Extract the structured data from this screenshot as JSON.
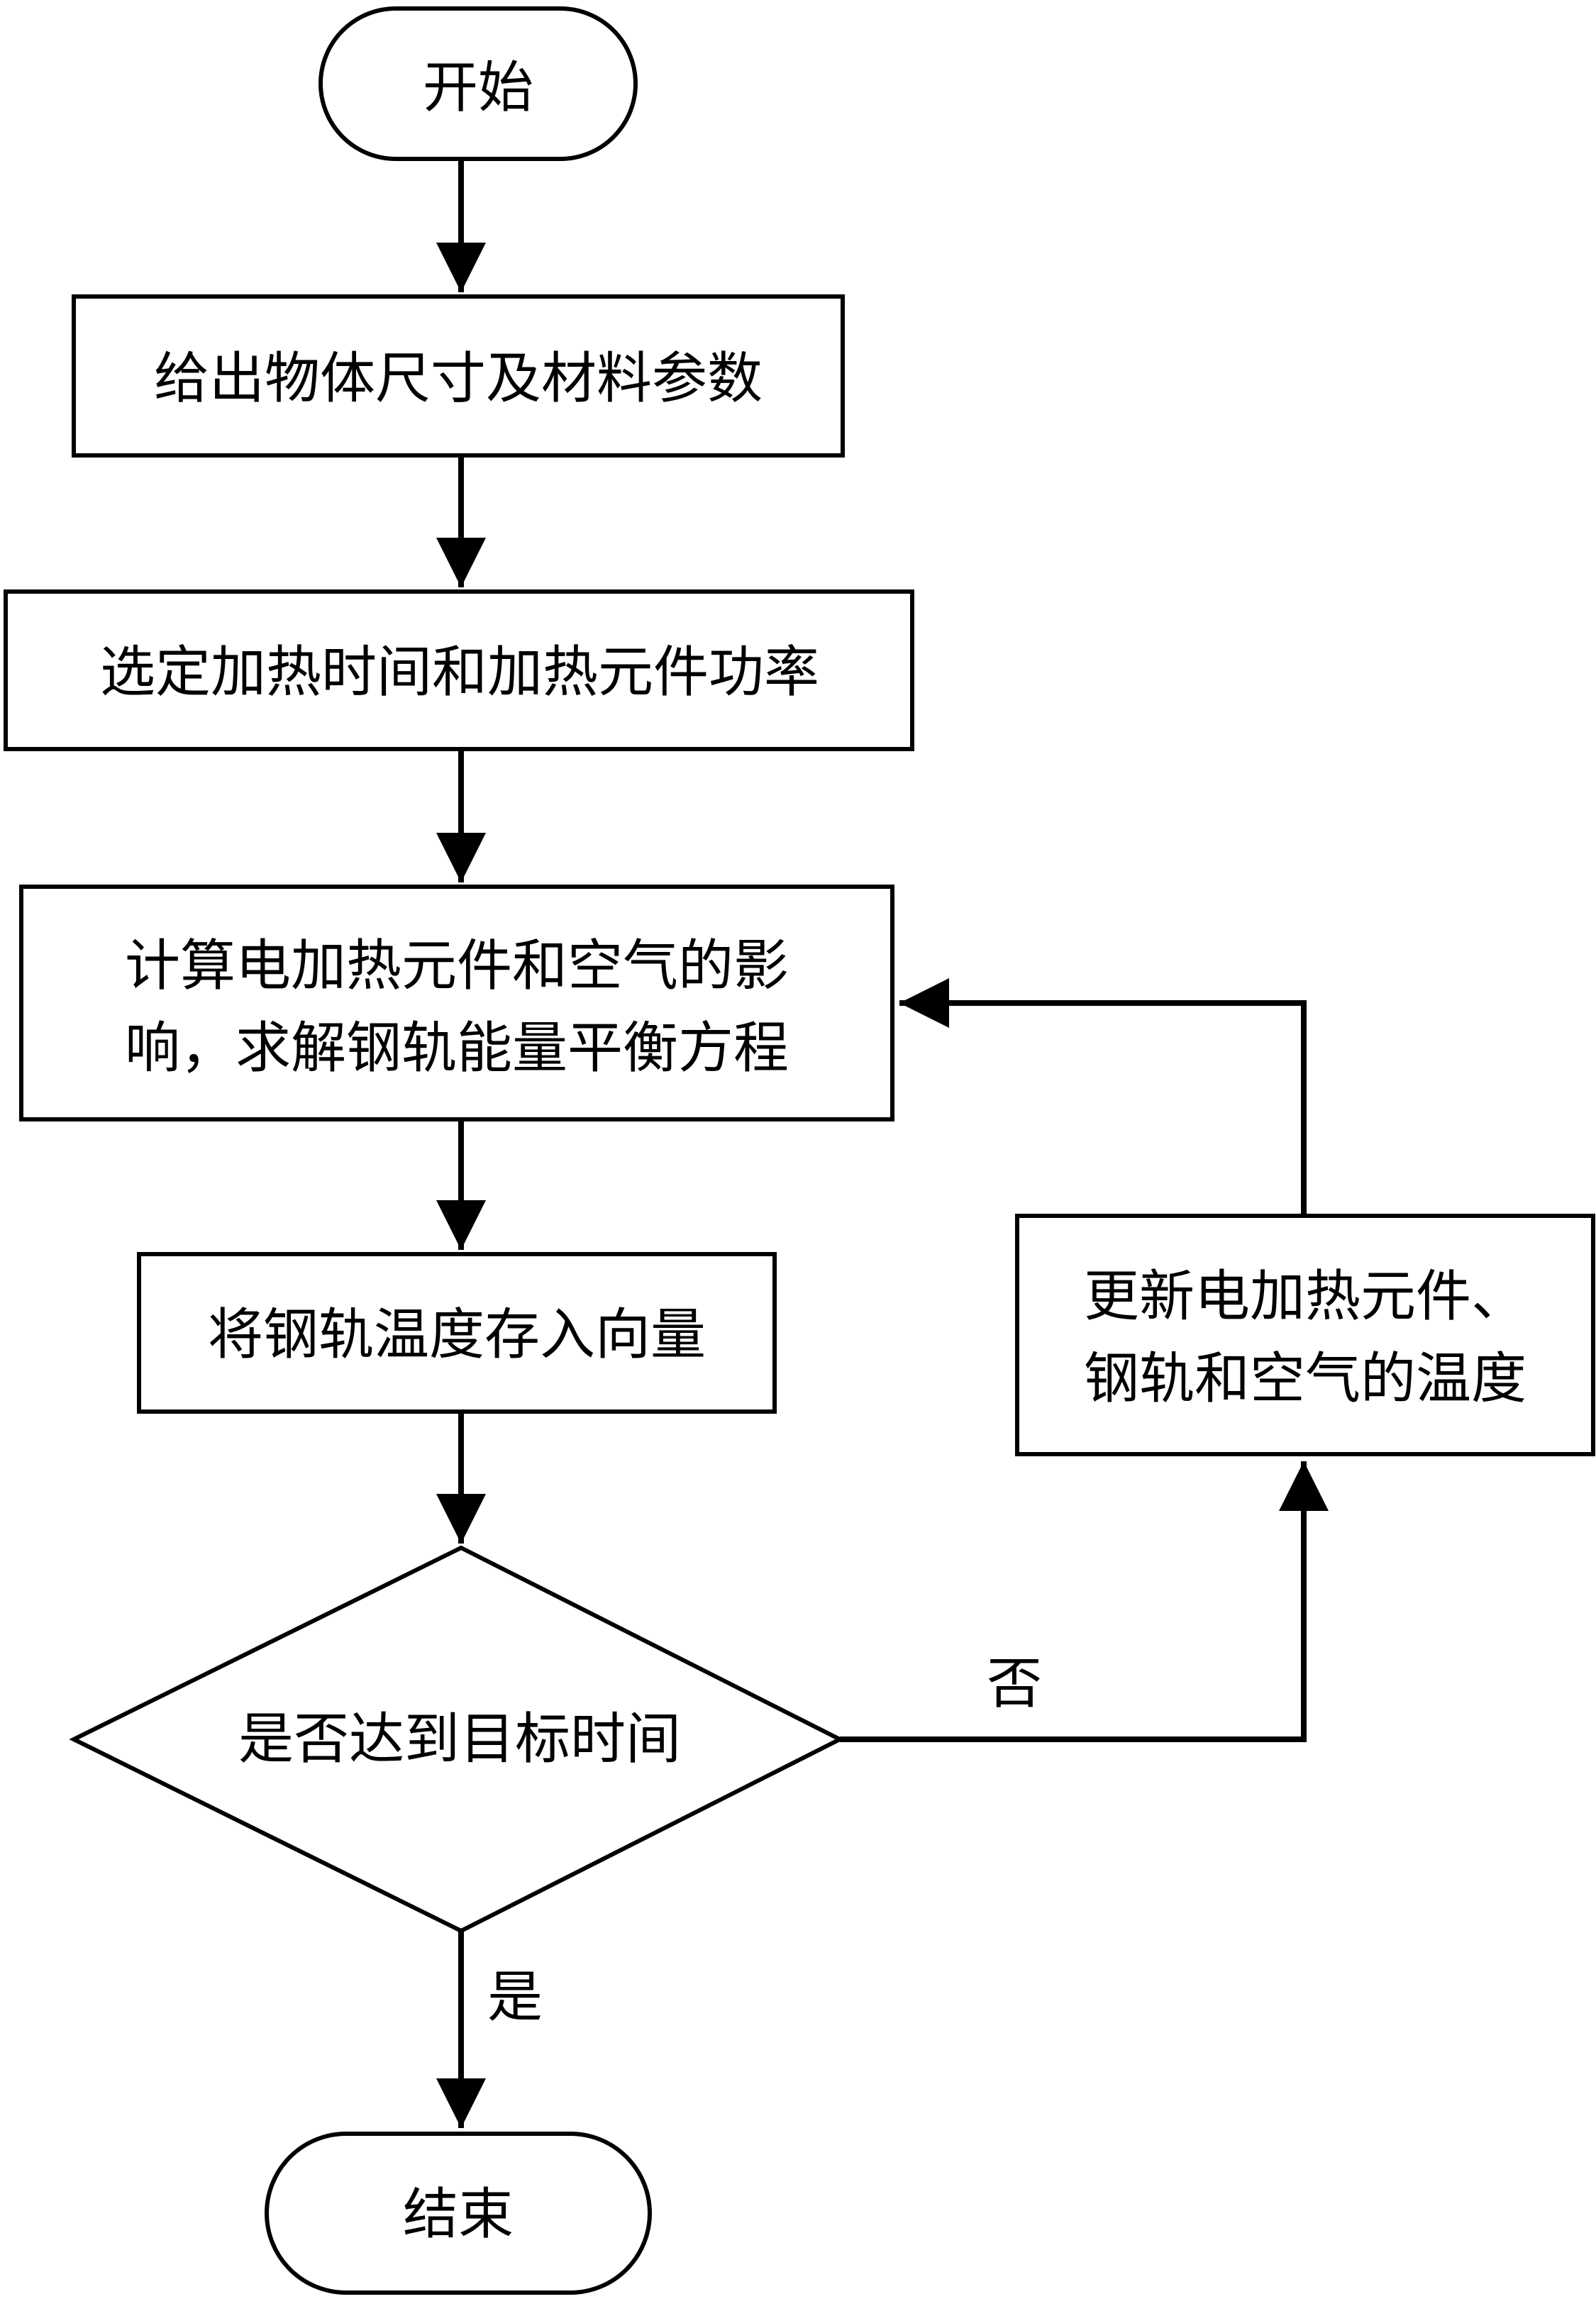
{
  "diagram": {
    "type": "flowchart",
    "line_color": "#000000",
    "fill_color": "#ffffff",
    "nodes": {
      "start": {
        "label": "开始"
      },
      "step1": {
        "label": "给出物体尺寸及材料参数"
      },
      "step2": {
        "label": "选定加热时间和加热元件功率"
      },
      "step3": {
        "line1": "计算电加热元件和空气的影",
        "line2": "响，求解钢轨能量平衡方程"
      },
      "step4": {
        "label": "将钢轨温度存入向量"
      },
      "decision": {
        "label": "是否达到目标时间"
      },
      "update": {
        "line1": "更新电加热元件、",
        "line2": "钢轨和空气的温度"
      },
      "end": {
        "label": "结束"
      }
    },
    "edge_labels": {
      "no": "否",
      "yes": "是"
    }
  }
}
